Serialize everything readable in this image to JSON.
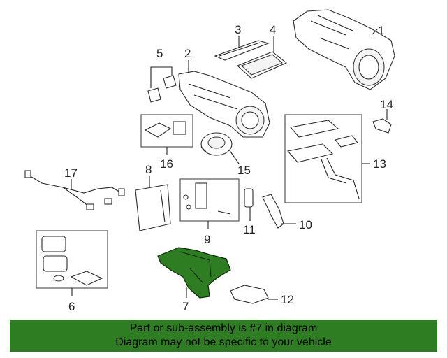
{
  "callouts": {
    "c1": "1",
    "c2": "2",
    "c3": "3",
    "c4": "4",
    "c5": "5",
    "c6": "6",
    "c7": "7",
    "c8": "8",
    "c9": "9",
    "c10": "10",
    "c11": "11",
    "c12": "12",
    "c13": "13",
    "c14": "14",
    "c15": "15",
    "c16": "16",
    "c17": "17"
  },
  "highlight": {
    "part": "7",
    "color": "#2e7d22"
  },
  "banner": {
    "line1": "Part or sub-assembly is #7 in diagram",
    "line2": "Diagram may not be specific to your vehicle",
    "color": "#2e7d22"
  }
}
